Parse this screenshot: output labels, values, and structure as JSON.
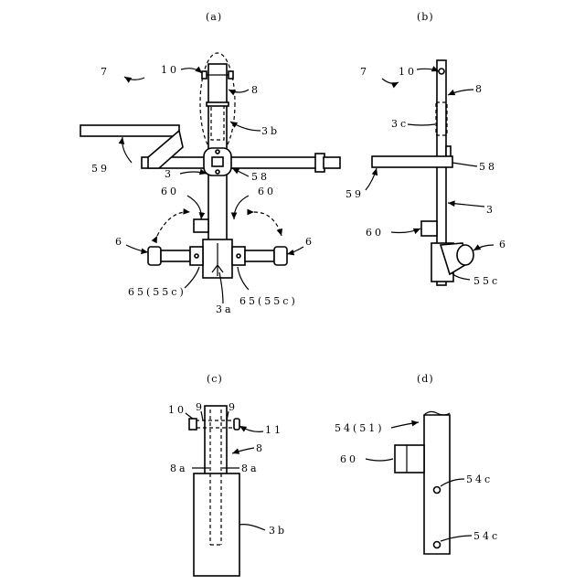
{
  "panels": {
    "a": "(a)",
    "b": "(b)",
    "c": "(c)",
    "d": "(d)"
  },
  "labels": {
    "a_7": "7",
    "a_10": "10",
    "a_8": "8",
    "a_3b": "3b",
    "a_59": "59",
    "a_3": "3",
    "a_58": "58",
    "a_60l": "60",
    "a_60r": "60",
    "a_6l": "6",
    "a_6r": "6",
    "a_65l": "65(55c)",
    "a_65r": "65(55c)",
    "a_3a": "3a",
    "b_7": "7",
    "b_10": "10",
    "b_8": "8",
    "b_3c": "3c",
    "b_58": "58",
    "b_59": "59",
    "b_3": "3",
    "b_60": "60",
    "b_6": "6",
    "b_55c": "55c",
    "c_10": "10",
    "c_9l": "9",
    "c_9r": "9",
    "c_11": "11",
    "c_8": "8",
    "c_8al": "8a",
    "c_8ar": "8a",
    "c_3b": "3b",
    "d_54": "54(51)",
    "d_60": "60",
    "d_54c1": "54c",
    "d_54c2": "54c"
  }
}
